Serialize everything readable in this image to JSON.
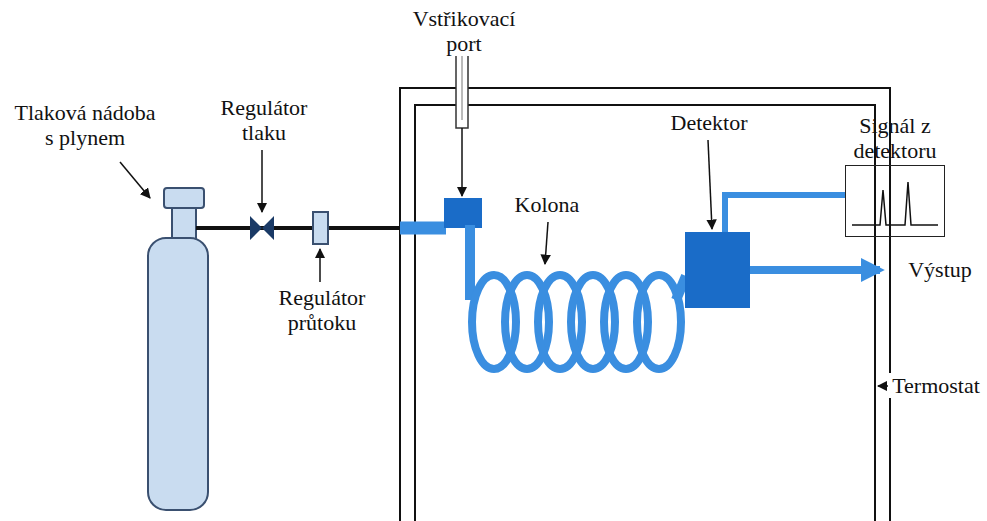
{
  "diagram": {
    "nodes": [
      {
        "text": [
          "Signál z detektoru"
        ]
      }
    ],
    "labels": [
      "Tlaková nádoba s plynem",
      "Regulátor tlaku",
      "Regulátor průtoku",
      "Vstřikovací port",
      "Kolona",
      "Detektor",
      "Výstup",
      "Termostat"
    ]
  }
}
